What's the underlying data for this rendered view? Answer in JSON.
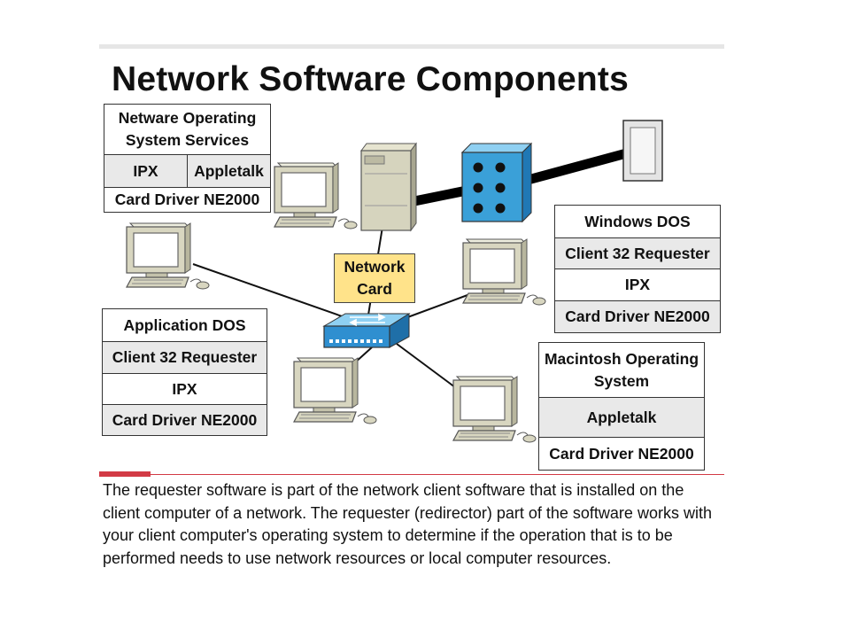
{
  "title": "Network Software Components",
  "netware": {
    "top": "Netware Operating System Services",
    "mid_left": "IPX",
    "mid_right": "Appletalk",
    "bottom": "Card Driver NE2000"
  },
  "windows": {
    "rows": [
      "Windows DOS",
      "Client 32 Requester",
      "IPX",
      "Card Driver NE2000"
    ]
  },
  "application": {
    "rows": [
      "Application DOS",
      "Client 32 Requester",
      "IPX",
      "Card Driver NE2000"
    ]
  },
  "macintosh": {
    "rows": [
      "Macintosh Operating System",
      "Appletalk",
      "Card Driver NE2000"
    ]
  },
  "network_card": "Network Card",
  "description": "The requester software is part of the network client software that is installed on the client computer of a network. The requester (redirector) part of the software works with your client computer's operating system to determine if the operation that is to be performed needs to use network resources or local computer resources.",
  "colors": {
    "card_fill": "#ffe38a",
    "hub_blue": "#3aa0d8",
    "switch_blue": "#2f8fd0",
    "accent_red": "#d23a45",
    "computer_beige": "#d8d6c0"
  }
}
